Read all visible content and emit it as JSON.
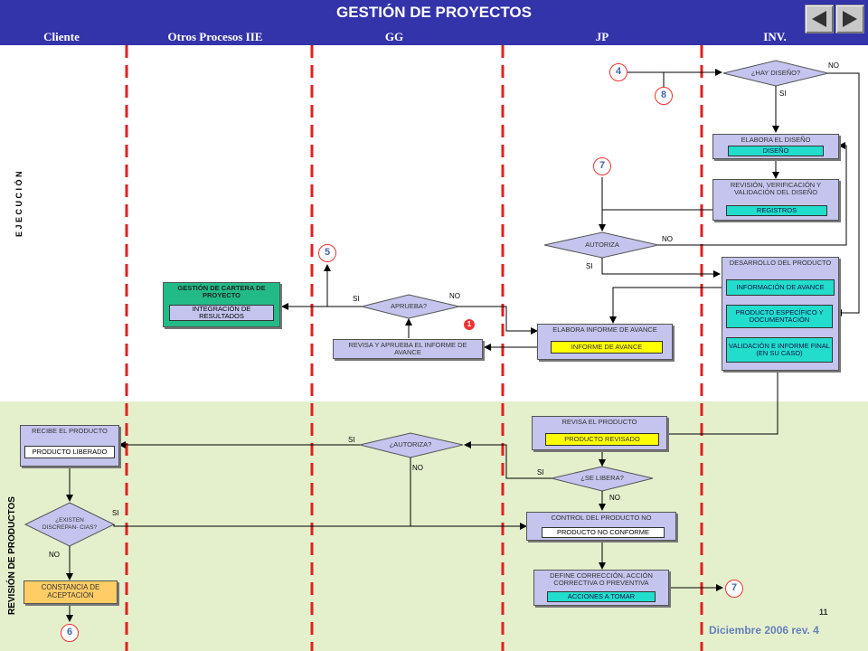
{
  "header": {
    "title": "GESTIÓN DE PROYECTOS",
    "lanes": [
      "Cliente",
      "Otros Procesos IIE",
      "GG",
      "JP",
      "INV."
    ]
  },
  "side_labels": {
    "ejecucion": "E J E C U C I Ó N",
    "revision": "REVISIÓN DE PRODUCTOS"
  },
  "connectors": {
    "c4": "4",
    "c8": "8",
    "c7a": "7",
    "c5": "5",
    "c6": "6",
    "c7b": "7",
    "c1": "1"
  },
  "nodes": {
    "hay_diseno": "¿HAY DISEÑO?",
    "elabora_diseno": "ELABORA  EL DISEÑO",
    "diseno": "DISEÑO",
    "revision_diseno": "REVISIÓN, VERIFICACIÓN Y VALIDACIÓN DEL DISEÑO",
    "registros": "REGISTROS",
    "autoriza": "AUTORIZA",
    "desarrollo": "DESARROLLO  DEL PRODUCTO",
    "info_avance": "INFORMACIÓN DE AVANCE",
    "producto_especifico": "PRODUCTO ESPECÍFICO Y DOCUMENTACIÓN",
    "validacion": "VALIDACIÓN E INFORME FINAL (EN SU CASO)",
    "gestion_cartera": "GESTIÓN DE CARTERA DE PROYECTO",
    "integracion": "INTEGRACIÓN DE RESULTADOS",
    "aprueba": "APRUEBA?",
    "elabora_informe": "ELABORA INFORME DE AVANCE",
    "informe_avance": "INFORME DE AVANCE",
    "revisa_aprueba": "REVISA Y APRUEBA EL INFORME DE AVANCE",
    "recibe_producto": "RECIBE EL PRODUCTO",
    "producto_liberado": "PRODUCTO LIBERADO",
    "autoriza2": "¿AUTORIZA?",
    "revisa_producto": "REVISA EL PRODUCTO",
    "producto_revisado": "PRODUCTO REVISADO",
    "se_libera": "¿SE LIBERA?",
    "existen": "¿EXISTEN DISCREPAN- CIAS?",
    "control_producto": "CONTROL DEL PRODUCTO NO",
    "producto_no_conforme": "PRODUCTO NO CONFORME",
    "define_correccion": "DEFINE CORRECCIÓN, ACCIÓN CORRECTIVA O PREVENTIVA",
    "acciones": "ACCIONES A TOMAR",
    "constancia": "CONSTANCIA DE ACEPTACIÓN"
  },
  "edge_labels": {
    "no_hay": "NO",
    "si_hay": "SI",
    "no_autoriza": "NO",
    "si_autoriza": "SI",
    "si_aprueba": "SI",
    "no_aprueba": "NO",
    "si_autoriza2": "SI",
    "no_autoriza2": "NO",
    "si_libera": "SI",
    "no_libera": "NO",
    "si_existen": "SI",
    "no_existen": "NO"
  },
  "footer": {
    "page": "11",
    "date": "Diciembre 2006  rev. 4"
  },
  "colors": {
    "header": "#3333aa",
    "lane_divider": "#e02020",
    "review_band": "#e4f0cc",
    "box": "#c4c4ee",
    "highlight_cyan": "#22ddcc",
    "highlight_yellow": "#ffff00",
    "gestion_green": "#22bb88",
    "constancia_orange": "#ffcc66"
  }
}
